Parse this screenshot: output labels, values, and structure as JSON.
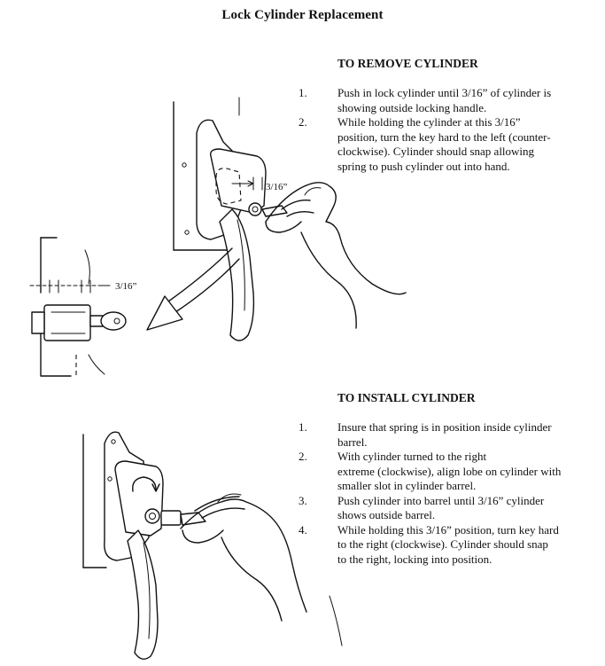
{
  "title": "Lock Cylinder Replacement",
  "remove": {
    "heading": "TO REMOVE CYLINDER",
    "steps": [
      {
        "num": "1.",
        "text": "Push in lock cylinder until 3/16” of cylinder is\nshowing outside locking handle."
      },
      {
        "num": "2.",
        "text": "While holding the cylinder at this 3/16”\nposition, turn the key hard to the left (counter-\nclockwise). Cylinder should snap allowing\nspring to push cylinder out into hand."
      }
    ]
  },
  "install": {
    "heading": "TO INSTALL CYLINDER",
    "steps": [
      {
        "num": "1.",
        "text": "Insure that spring is in position inside cylinder\nbarrel."
      },
      {
        "num": "2.",
        "text": "With cylinder turned to the right\nextreme (clockwise), align lobe on cylinder with\nsmaller slot in cylinder barrel."
      },
      {
        "num": "3.",
        "text": "Push cylinder into barrel until 3/16” cylinder\nshows outside barrel."
      },
      {
        "num": "4.",
        "text": "While holding this 3/16” position, turn key hard\nto the right (clockwise).  Cylinder should snap\nto the right, locking into position."
      }
    ]
  },
  "figure_labels": {
    "dim_top": "3/16”",
    "dim_side": "3/16”"
  }
}
